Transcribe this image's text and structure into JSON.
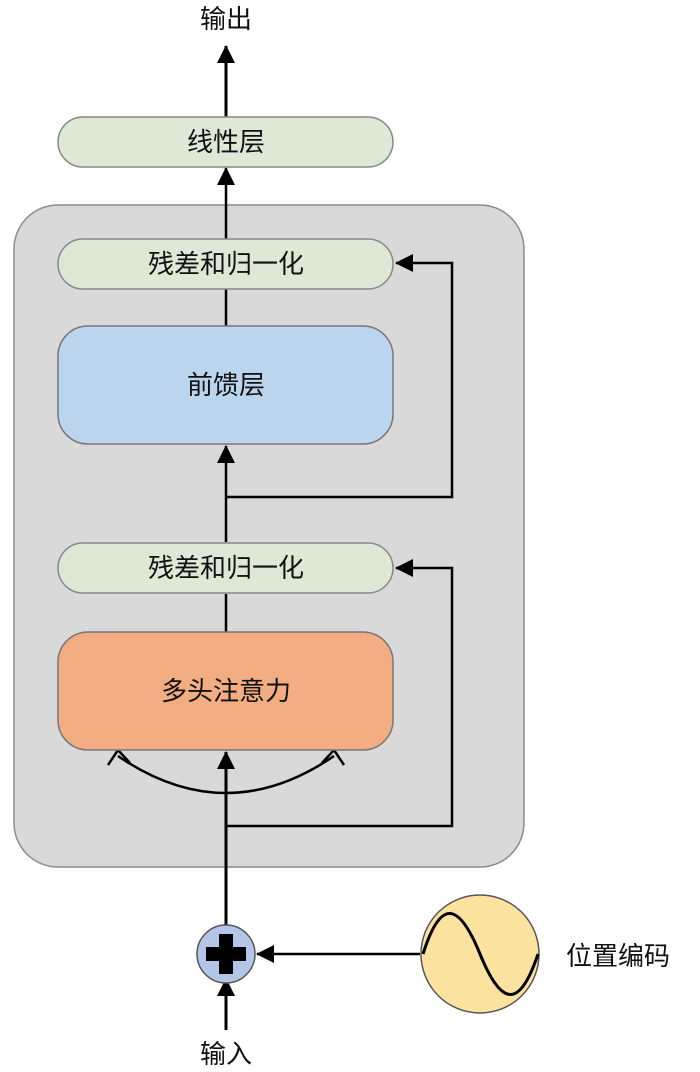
{
  "diagram": {
    "output_label": "输出",
    "linear_layer": "线性层",
    "add_norm_top": "残差和归一化",
    "feed_forward": "前馈层",
    "add_norm_bottom": "残差和归一化",
    "multi_head_attention": "多头注意力",
    "positional_encoding": "位置编码",
    "input_label": "输入"
  },
  "colors": {
    "container_fill": "#d9d9d9",
    "norm_fill": "#dde9d5",
    "feed_forward_fill": "#bcd5ee",
    "attention_fill": "#f3ad82",
    "add_node_fill": "#b4c6e8",
    "pos_enc_fill": "#fbe29f"
  }
}
